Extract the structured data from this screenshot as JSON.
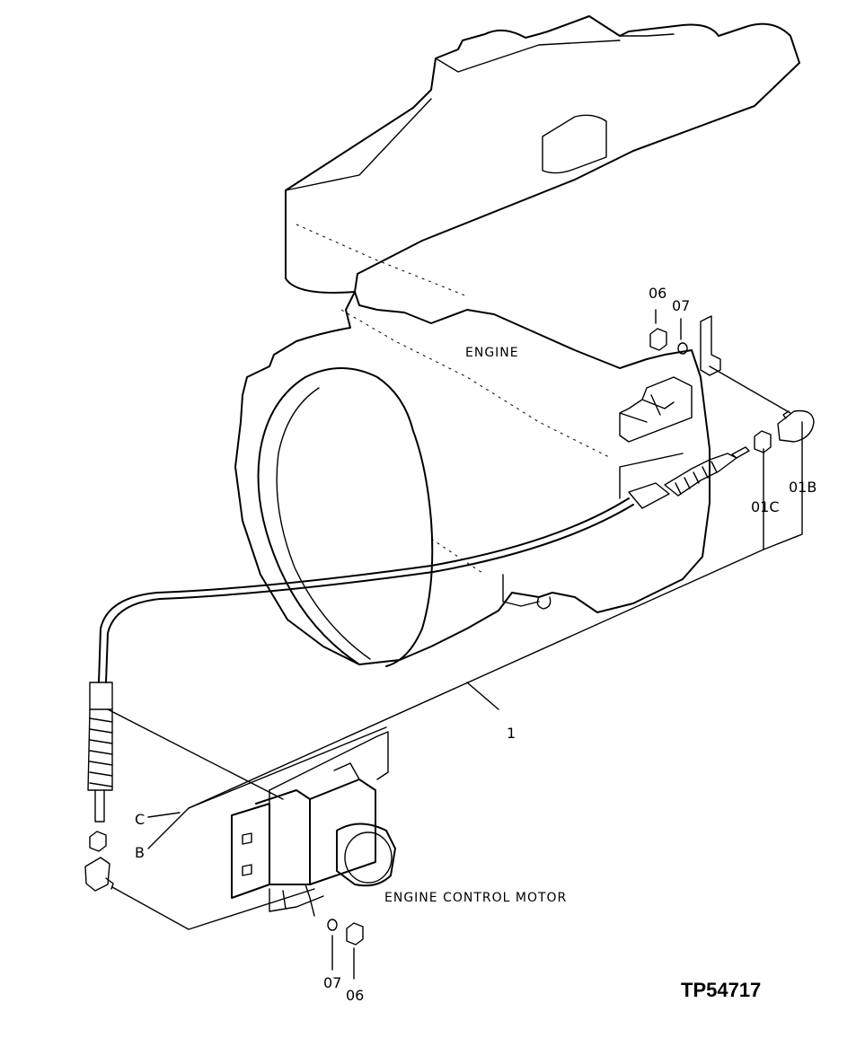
{
  "labels": {
    "engine": "ENGINE",
    "engine_control_motor": "ENGINE CONTROL MOTOR",
    "figure_id": "TP54717"
  },
  "callouts": {
    "nut_top": "06",
    "washer_top": "07",
    "part_01c": "01C",
    "part_01b": "01B",
    "cable": "1",
    "c": "C",
    "b": "B",
    "washer_bottom": "07",
    "nut_bottom": "06"
  }
}
